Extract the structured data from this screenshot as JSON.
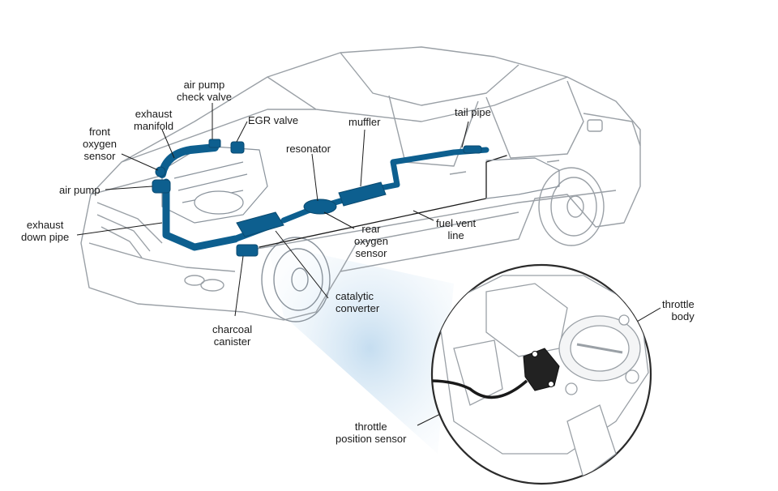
{
  "labels": {
    "air_pump_check_valve": "air pump\ncheck valve",
    "exhaust_manifold": "exhaust\nmanifold",
    "front_oxygen_sensor": "front\noxygen\nsensor",
    "egr_valve": "EGR valve",
    "muffler": "muffler",
    "tail_pipe": "tail pipe",
    "resonator": "resonator",
    "air_pump": "air pump",
    "exhaust_down_pipe": "exhaust\ndown pipe",
    "rear_oxygen_sensor": "rear\noxygen\nsensor",
    "fuel_vent_line": "fuel vent\nline",
    "catalytic_converter": "catalytic\nconverter",
    "charcoal_canister": "charcoal\ncanister",
    "throttle_body": "throttle\nbody",
    "throttle_position_sensor": "throttle\nposition sensor"
  },
  "colors": {
    "component_blue": "#0d5f8f",
    "component_dark": "#0a4a70",
    "car_outline": "#9aa0a6",
    "beam": "#cfe3f3",
    "inset_border": "#2b2b2b"
  }
}
